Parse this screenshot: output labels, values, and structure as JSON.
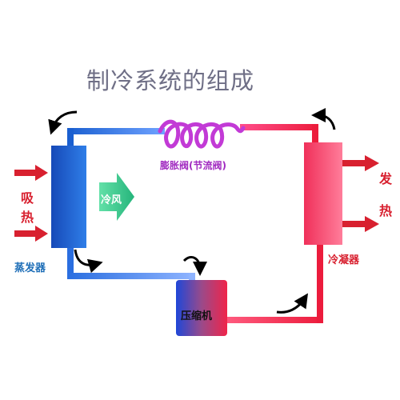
{
  "title": "制冷系统的组成",
  "labels": {
    "absorb_1": "吸",
    "absorb_2": "热",
    "evaporator": "蒸发器",
    "cold_wind": "冷风",
    "expansion_valve": "膨胀阀(节流阀)",
    "condenser": "冷凝器",
    "release_1": "发",
    "release_2": "热",
    "compressor": "压缩机"
  },
  "colors": {
    "cold": "#1a5fd0",
    "hot": "#ec1c3c",
    "coil": "#c23ad6",
    "arrow_red": "#d8202f",
    "wind_green": "#2ec88b",
    "title": "#6f6f86"
  }
}
